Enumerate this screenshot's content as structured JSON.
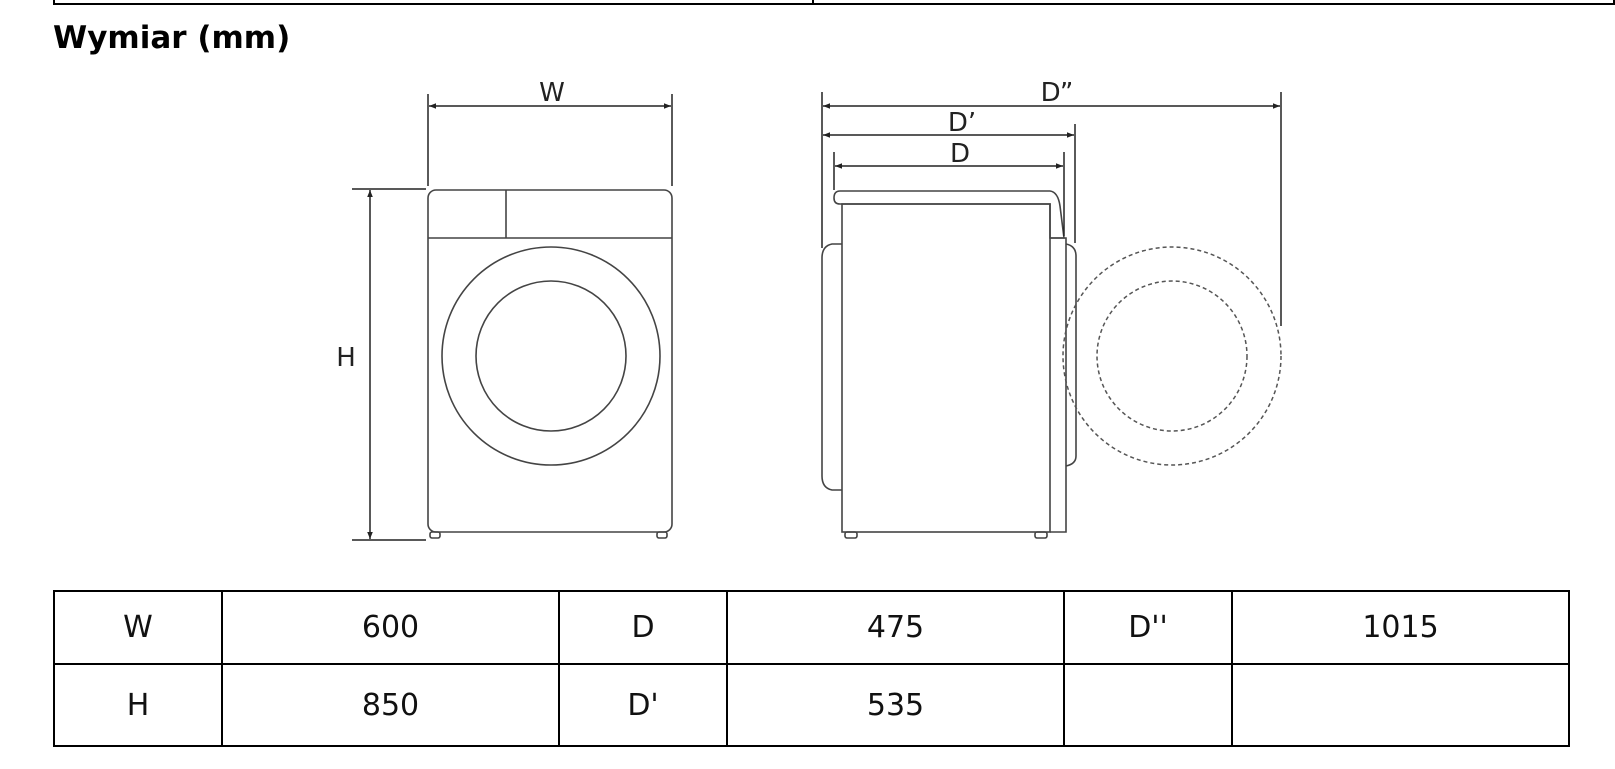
{
  "section": {
    "title": "Wymiar (mm)"
  },
  "diagram": {
    "front_labels": {
      "width": "W",
      "height": "H"
    },
    "side_labels": {
      "depth": "D",
      "depth_prime": "D’",
      "depth_double_prime": "D”"
    }
  },
  "dimensions_table": {
    "rows": [
      [
        "W",
        "600",
        "D",
        "475",
        "D''",
        "1015"
      ],
      [
        "H",
        "850",
        "D'",
        "535",
        "",
        ""
      ]
    ]
  }
}
